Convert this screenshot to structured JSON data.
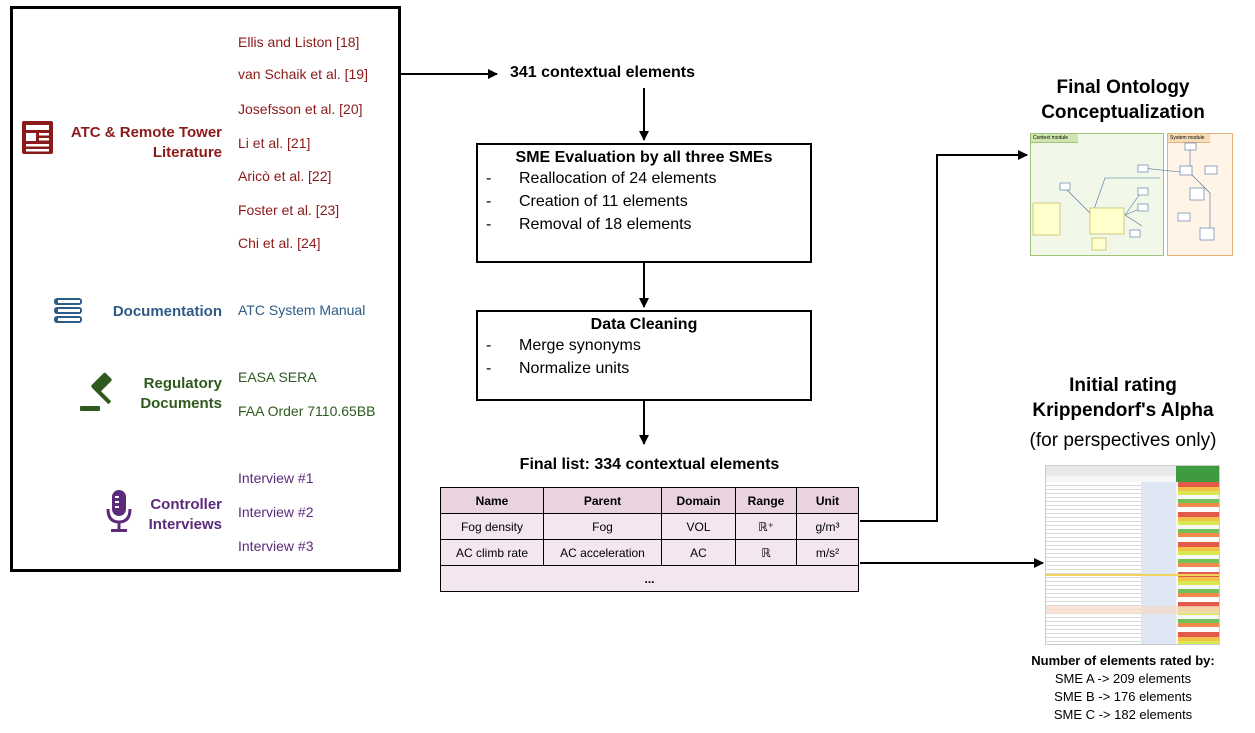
{
  "sources": {
    "literature": {
      "label_line1": "ATC & Remote Tower",
      "label_line2": "Literature",
      "refs": [
        "Ellis and Liston [18]",
        "van Schaik et al. [19]",
        "Josefsson et al. [20]",
        "Li et al. [21]",
        "Aricò et al. [22]",
        "Foster et al. [23]",
        "Chi et al. [24]"
      ]
    },
    "documentation": {
      "label": "Documentation",
      "refs": [
        "ATC System Manual"
      ]
    },
    "regulatory": {
      "label_line1": "Regulatory",
      "label_line2": "Documents",
      "refs": [
        "EASA SERA",
        "FAA Order 7110.65BB"
      ]
    },
    "interviews": {
      "label_line1": "Controller",
      "label_line2": "Interviews",
      "refs": [
        "Interview #1",
        "Interview #2",
        "Interview #3"
      ]
    }
  },
  "flow": {
    "elements_count": "341 contextual elements",
    "sme_eval": {
      "title": "SME Evaluation by all three SMEs",
      "items": [
        "Reallocation of 24 elements",
        "Creation of 11 elements",
        "Removal of 18 elements"
      ]
    },
    "cleaning": {
      "title": "Data Cleaning",
      "items": [
        "Merge synonyms",
        "Normalize units"
      ]
    },
    "final_list": {
      "title": "Final list: 334 contextual elements",
      "headers": [
        "Name",
        "Parent",
        "Domain",
        "Range",
        "Unit"
      ],
      "rows": [
        [
          "Fog density",
          "Fog",
          "VOL",
          "ℝ⁺",
          "g/m³"
        ],
        [
          "AC climb rate",
          "AC acceleration",
          "AC",
          "ℝ",
          "m/s²"
        ]
      ],
      "ellipsis": "..."
    }
  },
  "ontology": {
    "title_line1": "Final Ontology",
    "title_line2": "Conceptualization",
    "module_left": "Context module",
    "module_right": "System module"
  },
  "rating": {
    "title_line1": "Initial rating",
    "title_line2": "Krippendorf's Alpha",
    "subtitle": "(for perspectives only)",
    "count_title": "Number of elements rated by:",
    "counts": [
      "SME A -> 209 elements",
      "SME B -> 176 elements",
      "SME C -> 182 elements"
    ]
  }
}
